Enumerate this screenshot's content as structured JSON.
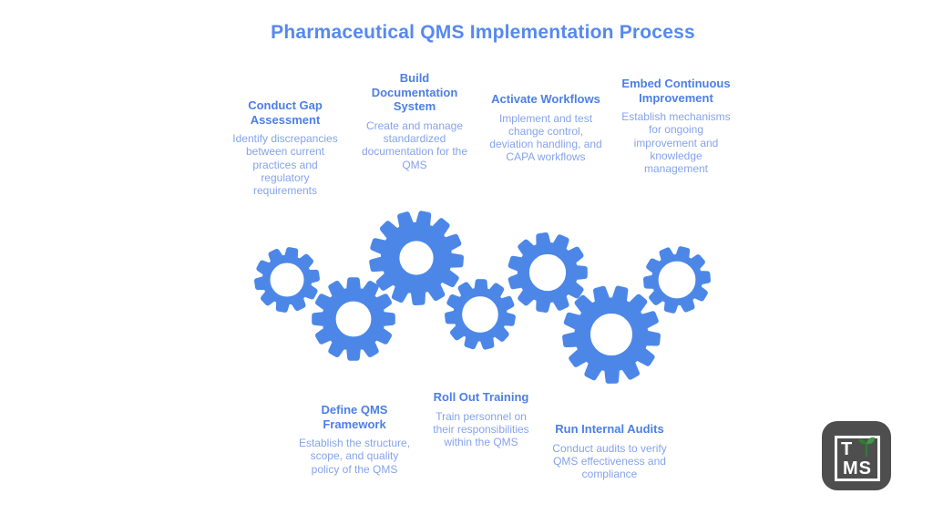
{
  "title": "Pharmaceutical QMS Implementation Process",
  "steps": [
    {
      "title": "Conduct Gap Assessment",
      "description": "Identify discrepancies between current practices and regulatory requirements",
      "position": "top"
    },
    {
      "title": "Define QMS Framework",
      "description": "Establish the structure, scope, and quality policy of the QMS",
      "position": "bottom"
    },
    {
      "title": "Build Documentation System",
      "description": "Create and manage standardized documentation for the QMS",
      "position": "top"
    },
    {
      "title": "Roll Out Training",
      "description": "Train personnel on their responsibilities within the QMS",
      "position": "bottom"
    },
    {
      "title": "Activate Workflows",
      "description": "Implement and test change control, deviation handling, and CAPA workflows",
      "position": "top"
    },
    {
      "title": "Run Internal Audits",
      "description": "Conduct audits to verify QMS effectiveness and compliance",
      "position": "bottom"
    },
    {
      "title": "Embed Continuous Improvement",
      "description": "Establish mechanisms for ongoing improvement and knowledge management",
      "position": "top"
    }
  ],
  "logo": {
    "text_top": "T",
    "text_bottom": "MS",
    "icon": "sprout-icon"
  },
  "colors": {
    "title": "#5689ef",
    "heading": "#4c7fe6",
    "body": "#85a3ec",
    "gear": "#4c87e8",
    "logo_bg": "#4e4e4e",
    "sprout_green": "#3e9b45",
    "sprout_dark": "#2f7d33",
    "background": "#ffffff"
  }
}
